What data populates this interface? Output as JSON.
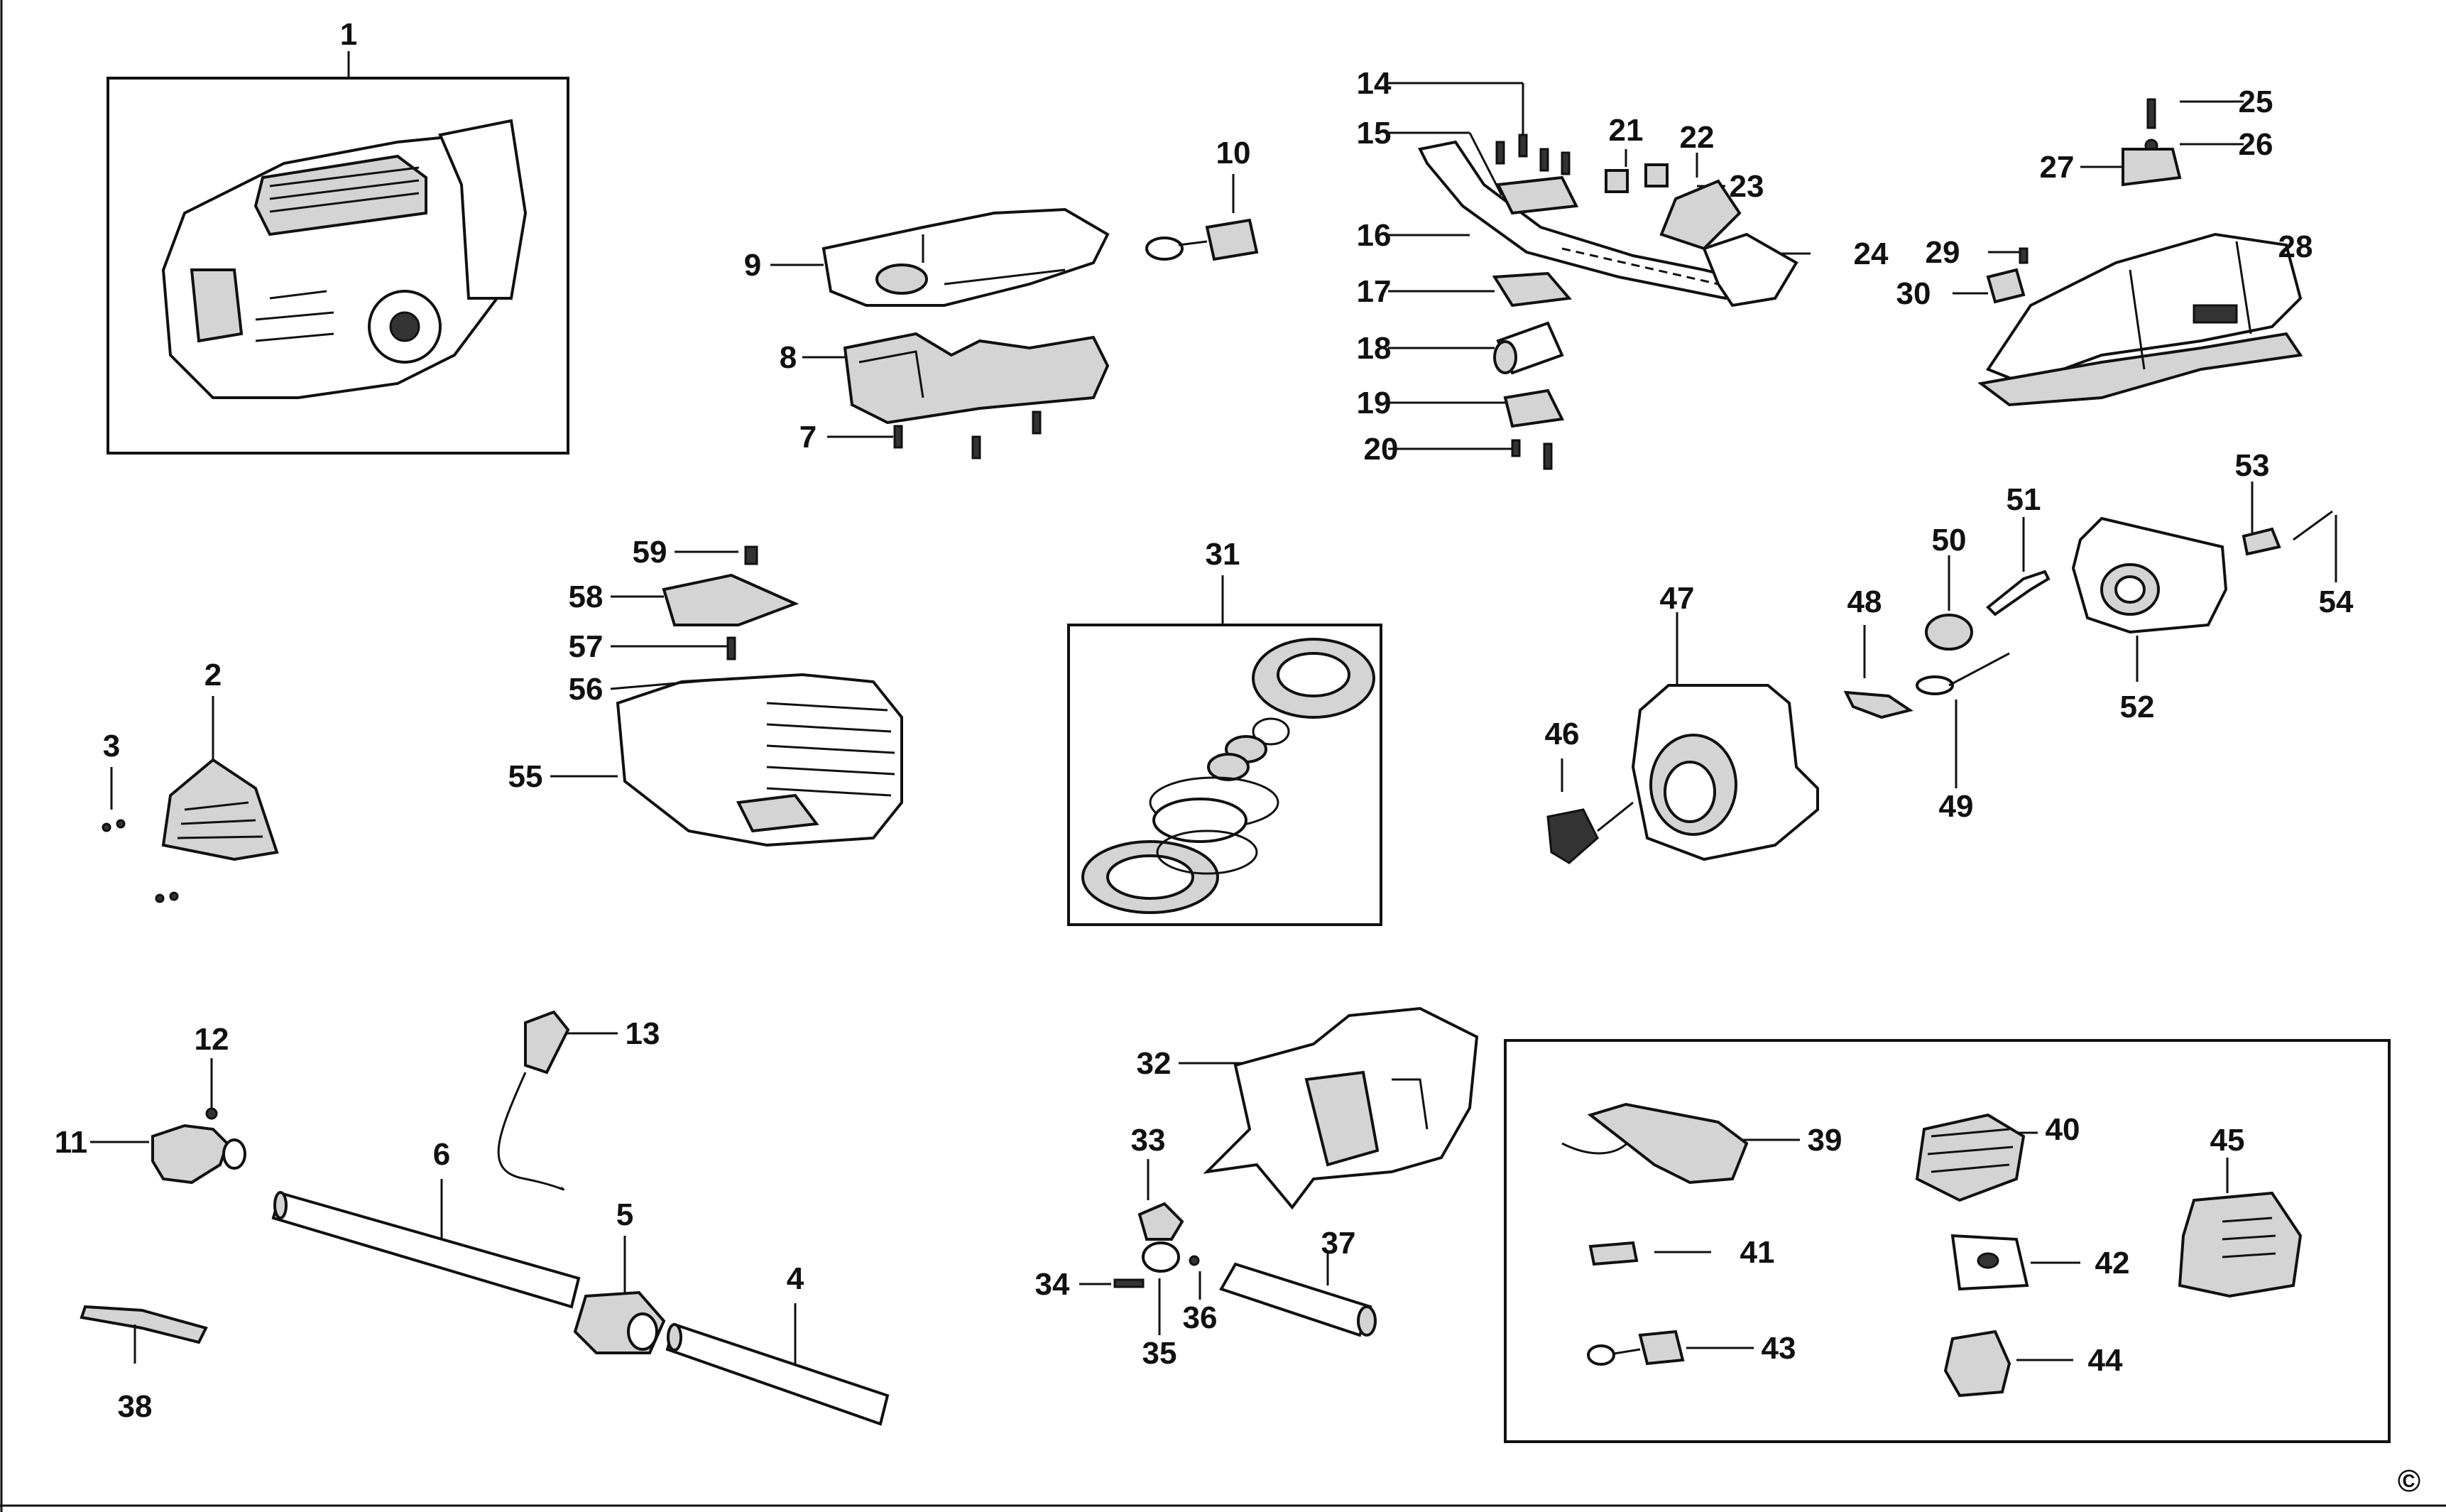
{
  "callouts": {
    "c1": "1",
    "c2": "2",
    "c3": "3",
    "c4": "4",
    "c5": "5",
    "c6": "6",
    "c7": "7",
    "c8": "8",
    "c9": "9",
    "c10": "10",
    "c11": "11",
    "c12": "12",
    "c13": "13",
    "c14": "14",
    "c15": "15",
    "c16": "16",
    "c17": "17",
    "c18": "18",
    "c19": "19",
    "c20": "20",
    "c21": "21",
    "c22": "22",
    "c23": "23",
    "c24": "24",
    "c25": "25",
    "c26": "26",
    "c27": "27",
    "c28": "28",
    "c29": "29",
    "c30": "30",
    "c31": "31",
    "c32": "32",
    "c33": "33",
    "c34": "34",
    "c35": "35",
    "c36": "36",
    "c37": "37",
    "c38": "38",
    "c39": "39",
    "c40": "40",
    "c41": "41",
    "c42": "42",
    "c43": "43",
    "c44": "44",
    "c45": "45",
    "c46": "46",
    "c47": "47",
    "c48": "48",
    "c49": "49",
    "c50": "50",
    "c51": "51",
    "c52": "52",
    "c53": "53",
    "c54": "54",
    "c55": "55",
    "c56": "56",
    "c57": "57",
    "c58": "58",
    "c59": "59"
  },
  "copyright_symbol": "©",
  "colors": {
    "ink": "#111111",
    "background": "#ffffff",
    "part_fill": "#d4d4d4"
  }
}
